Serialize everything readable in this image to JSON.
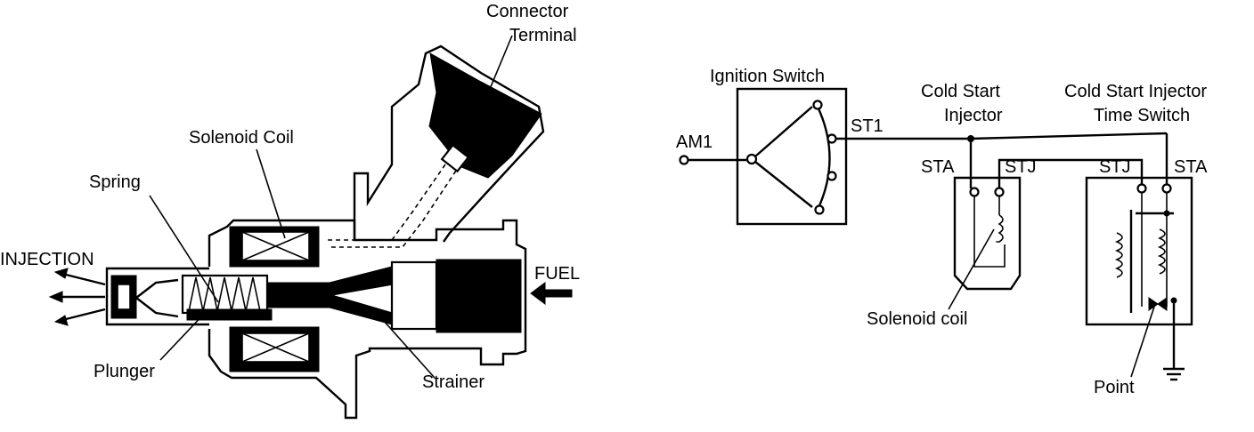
{
  "injector": {
    "connector_terminal_line1": "Connector",
    "connector_terminal_line2": "Terminal",
    "solenoid_coil": "Solenoid Coil",
    "spring": "Spring",
    "injection": "INJECTION",
    "plunger": "Plunger",
    "fuel": "FUEL",
    "strainer": "Strainer"
  },
  "circuit": {
    "ignition_switch": "Ignition Switch",
    "am1": "AM1",
    "st1": "ST1",
    "cold_start_injector_line1": "Cold Start",
    "cold_start_injector_line2": "Injector",
    "time_switch_line1": "Cold Start Injector",
    "time_switch_line2": "Time Switch",
    "injector_sta": "STA",
    "injector_stj": "STJ",
    "timeswitch_stj": "STJ",
    "timeswitch_sta": "STA",
    "solenoid_coil": "Solenoid coil",
    "point": "Point"
  }
}
